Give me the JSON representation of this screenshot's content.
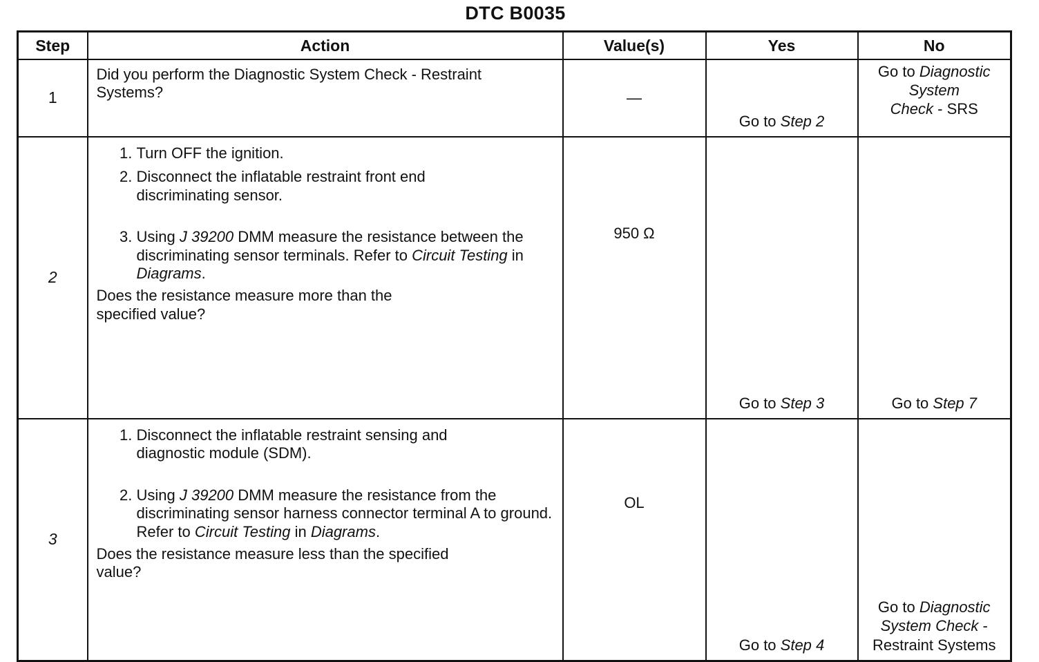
{
  "title": "DTC B0035",
  "headers": {
    "step": "Step",
    "action": "Action",
    "values": "Value(s)",
    "yes": "Yes",
    "no": "No"
  },
  "rows": [
    {
      "step": "1",
      "action_text": "Did you perform the Diagnostic System Check - Restraint Systems?",
      "value": "—",
      "yes": {
        "prefix": "Go to ",
        "ref": "Step 2"
      },
      "no": {
        "prefix": "Go to ",
        "ref1": "Diagnostic",
        "ref2": "System",
        "ref3": "Check",
        "suffix": " - SRS"
      }
    },
    {
      "step": "2",
      "items": [
        {
          "text": "Turn OFF the ignition."
        },
        {
          "text": "Disconnect the inflatable restraint front end discriminating sensor."
        },
        {
          "t1": "Using ",
          "i1": "J 39200",
          "t2": " DMM measure the resistance between the discriminating sensor terminals. Refer to ",
          "i2": "Circuit Testing",
          "t3": " in ",
          "i3": "Diagrams",
          "t4": "."
        }
      ],
      "question": "Does the resistance measure more than the specified value?",
      "value": "950 Ω",
      "yes": {
        "prefix": "Go to ",
        "ref": "Step 3"
      },
      "no": {
        "prefix": "Go to ",
        "ref": "Step 7"
      }
    },
    {
      "step": "3",
      "items": [
        {
          "text": "Disconnect the inflatable restraint sensing and diagnostic module (SDM)."
        },
        {
          "t1": "Using ",
          "i1": "J 39200",
          "t2": " DMM measure the resistance from the discriminating sensor harness connector terminal A to ground. Refer to ",
          "i2": "Circuit Testing",
          "t3": " in ",
          "i3": "Diagrams",
          "t4": "."
        }
      ],
      "question": "Does the resistance measure less than the specified value?",
      "value": "OL",
      "yes": {
        "prefix": "Go to ",
        "ref": "Step 4"
      },
      "no": {
        "prefix": "Go to ",
        "ref1": "Diagnostic",
        "ref2": "System Check",
        "suffix1": " -",
        "suffix2": "Restraint Systems"
      }
    }
  ]
}
